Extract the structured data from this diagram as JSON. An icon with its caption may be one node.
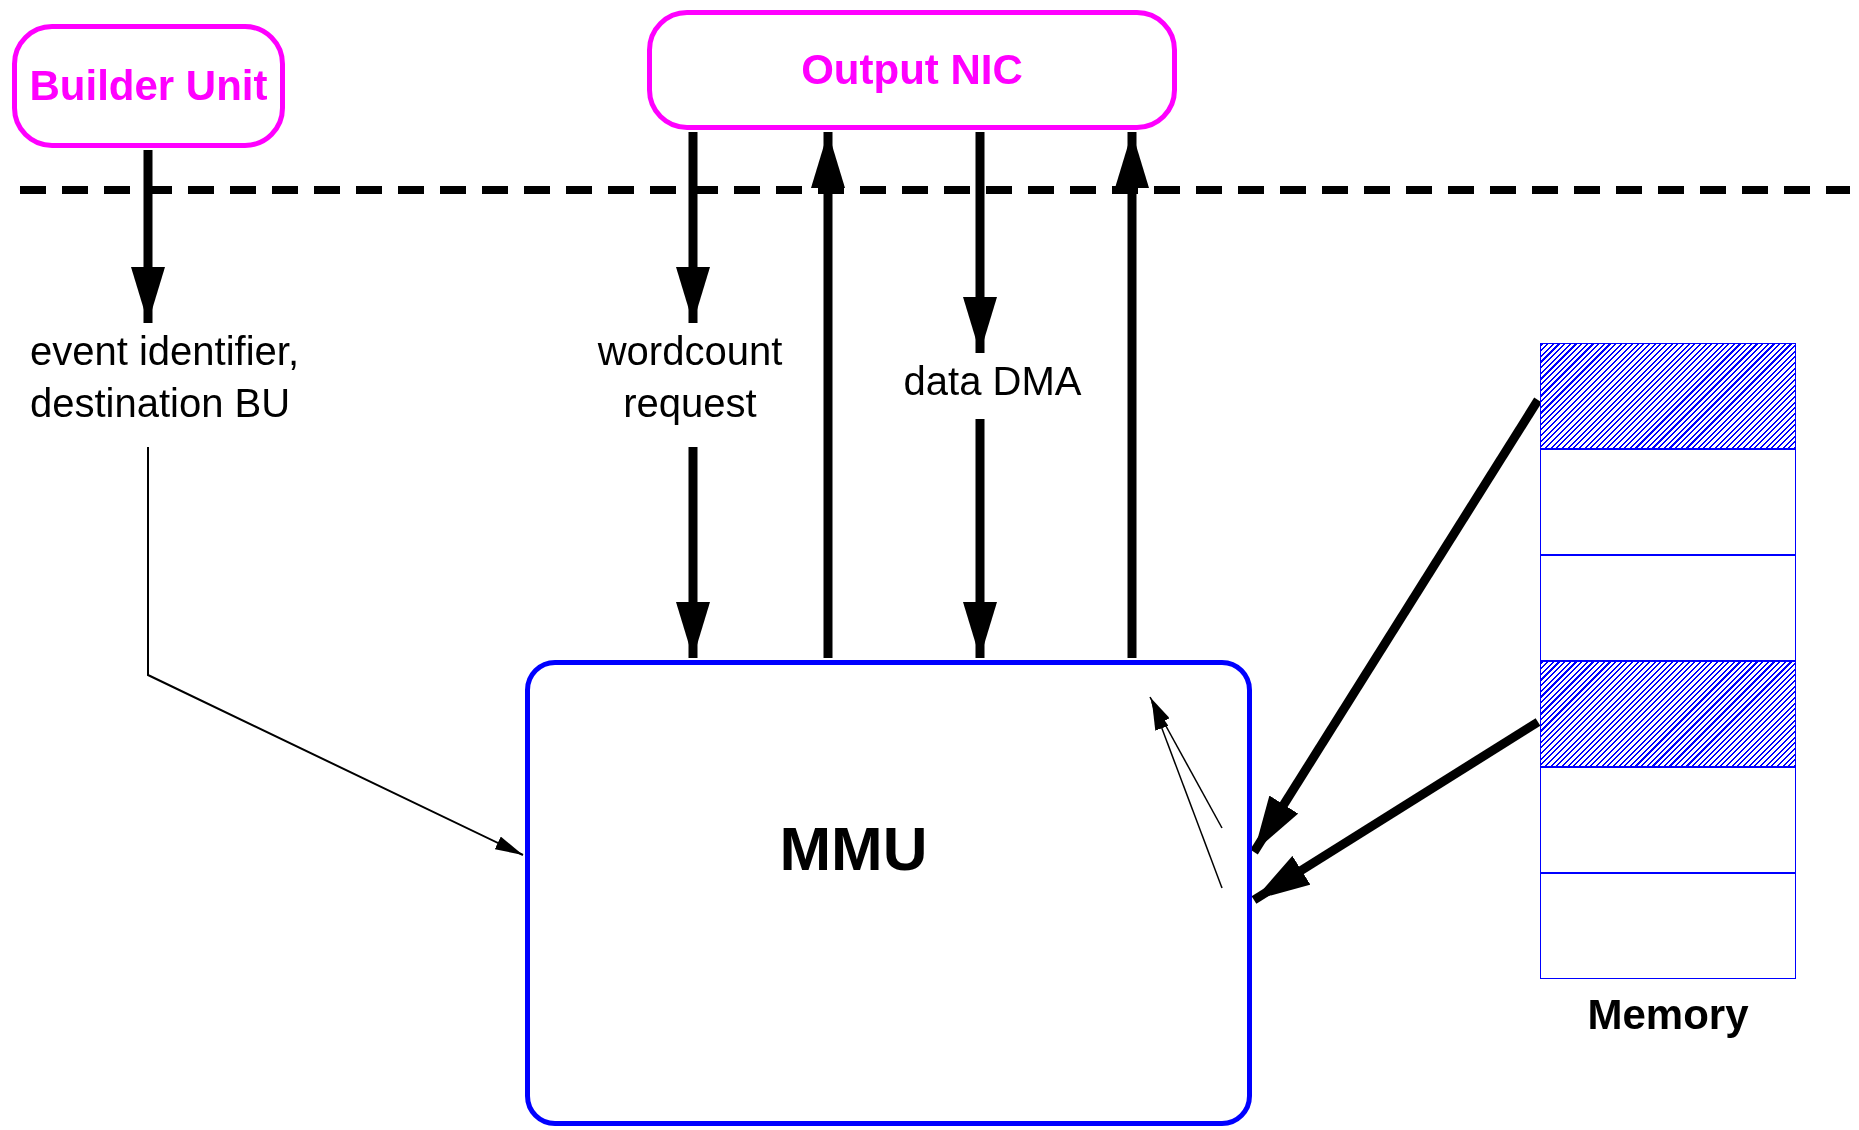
{
  "diagram": {
    "nodes": [
      {
        "text": [
          "Builder Unit"
        ]
      },
      {
        "text": [
          "Output NIC"
        ]
      },
      {
        "text": [
          "event identifier, destination BU"
        ]
      },
      {
        "text": [
          "wordcount request"
        ]
      },
      {
        "text": [
          "data DMA"
        ]
      },
      {
        "text": [
          "MMU"
        ]
      },
      {
        "text": [
          "Memory"
        ]
      },
      {
        "text": [],
        "shape": "box",
        "in": 6
      },
      {
        "text": [],
        "shape": "box",
        "in": 6
      },
      {
        "text": [],
        "shape": "box",
        "in": 6
      },
      {
        "text": [],
        "shape": "box",
        "in": 6
      },
      {
        "text": [],
        "shape": "box",
        "in": 6
      },
      {
        "text": [],
        "shape": "box",
        "in": 6
      }
    ],
    "edges": [
      {
        "from": 0,
        "to": 2,
        "arrow": "to"
      },
      {
        "from": 2,
        "to": 5,
        "arrow": "to"
      },
      {
        "from": 1,
        "to": 3,
        "arrow": "to"
      },
      {
        "from": 3,
        "to": 5,
        "arrow": "to"
      },
      {
        "from": 5,
        "to": 1,
        "arrow": "to"
      },
      {
        "from": 1,
        "to": 4,
        "arrow": "to"
      },
      {
        "from": 4,
        "to": 5,
        "arrow": "to"
      },
      {
        "from": 5,
        "to": 1,
        "arrow": "to"
      },
      {
        "from": 7,
        "to": 5,
        "arrow": "to"
      },
      {
        "from": 10,
        "to": 5,
        "arrow": "to"
      }
    ]
  }
}
